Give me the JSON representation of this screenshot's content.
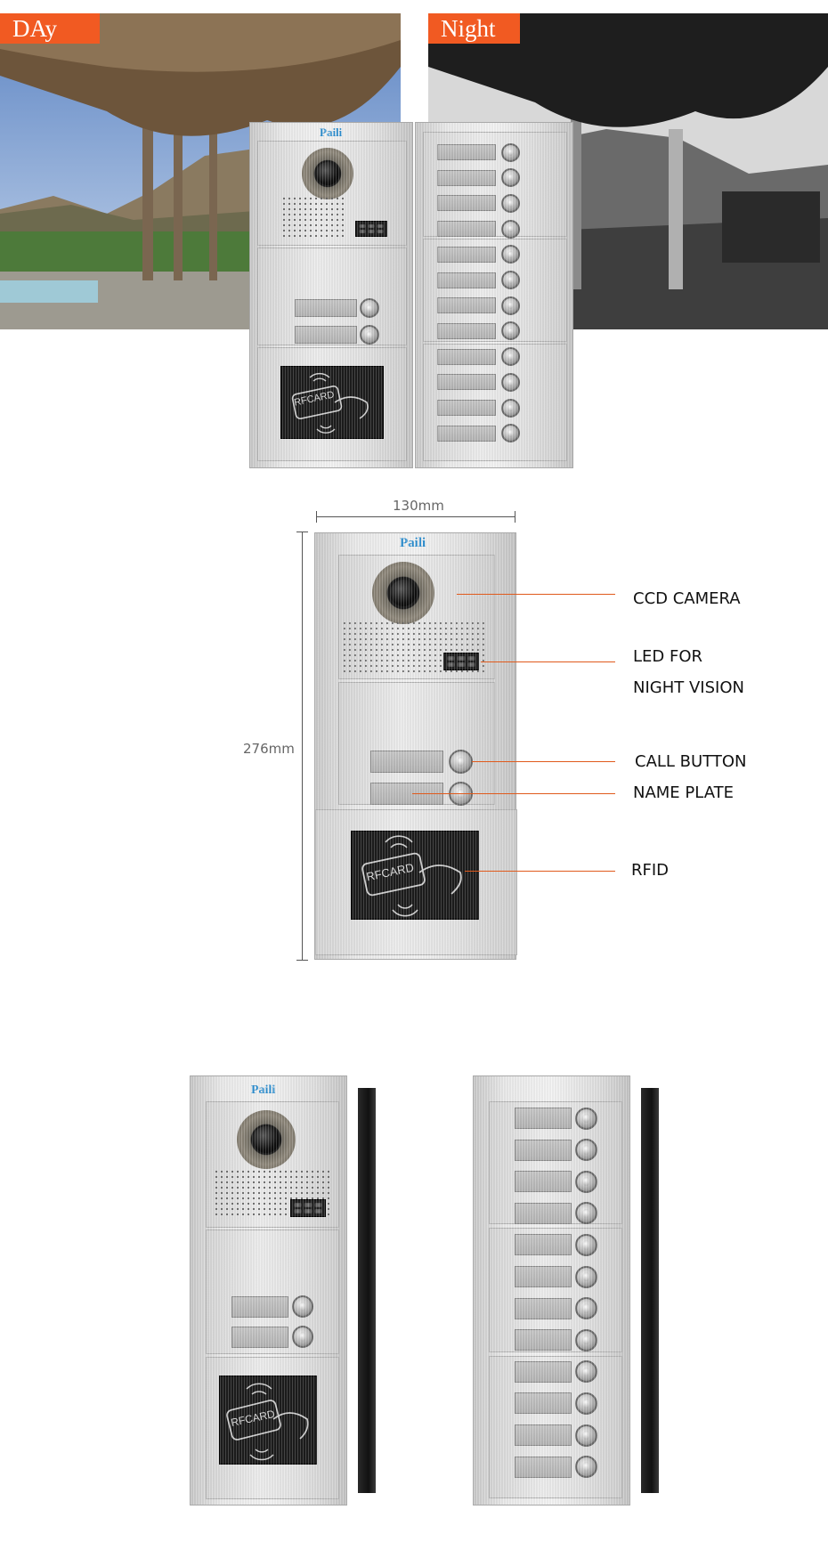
{
  "scenes": {
    "day_label": "DAy",
    "night_label": "Night"
  },
  "panel": {
    "brand": "Paili",
    "rfid_text": "RFCARD"
  },
  "dimensions": {
    "width": "130mm",
    "height": "276mm"
  },
  "callouts": {
    "camera": "CCD CAMERA",
    "led_line1": "LED FOR",
    "led_line2": "NIGHT VISION",
    "call_button": "CALL BUTTON",
    "name_plate": "NAME PLATE",
    "rfid": "RFID"
  },
  "colors": {
    "tag_orange": "#f15a22",
    "leader_orange": "#e05a1c",
    "brand_blue": "#2e8fd0"
  }
}
